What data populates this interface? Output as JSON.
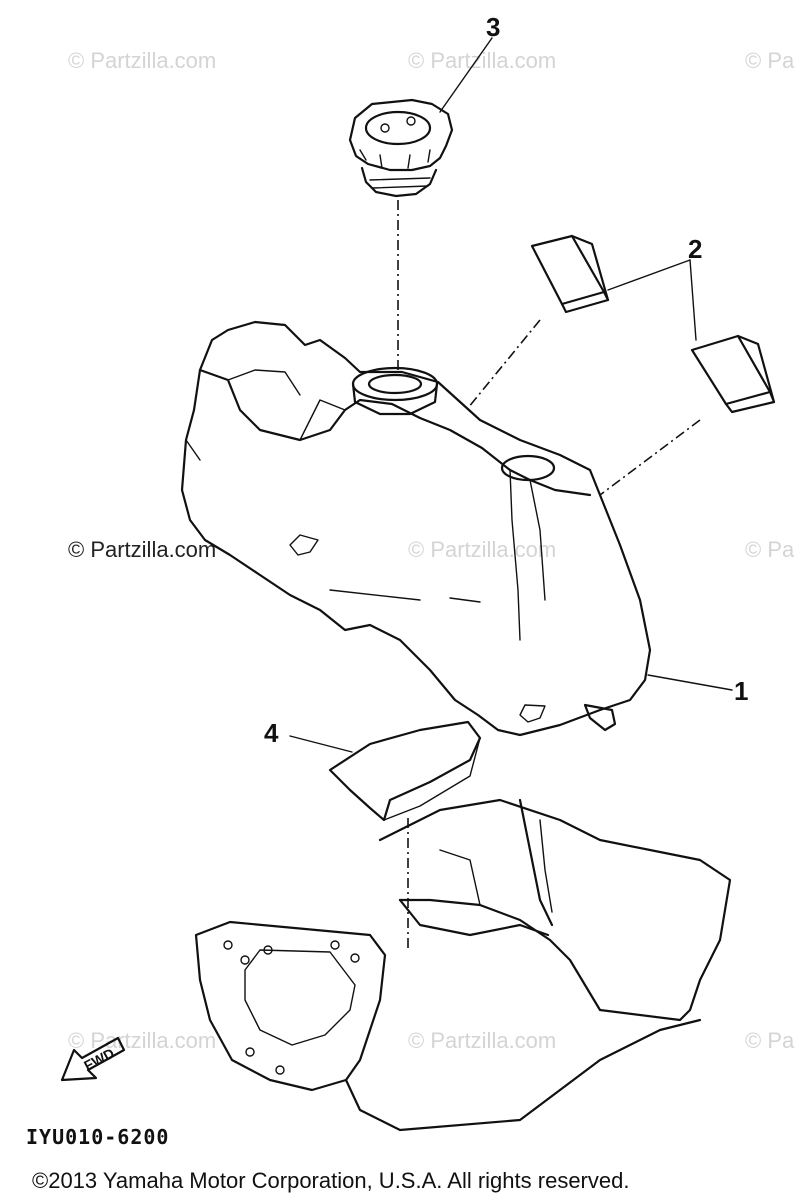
{
  "watermarks": [
    {
      "text": "© Partzilla.com"
    },
    {
      "text": "© Partzilla.com"
    },
    {
      "text": "© Pa"
    },
    {
      "text": "© Partzilla.com"
    },
    {
      "text": "© Partzilla.com"
    },
    {
      "text": "© Pa"
    },
    {
      "text": "© Partzilla.com"
    },
    {
      "text": "© Partzilla.com"
    },
    {
      "text": "© Pa"
    }
  ],
  "callouts": {
    "part1": "1",
    "part2": "2",
    "part3": "3",
    "part4": "4"
  },
  "fwd_label": "FWD",
  "part_code": "IYU010-6200",
  "copyright": "©2013 Yamaha Motor Corporation, U.S.A. All rights reserved."
}
